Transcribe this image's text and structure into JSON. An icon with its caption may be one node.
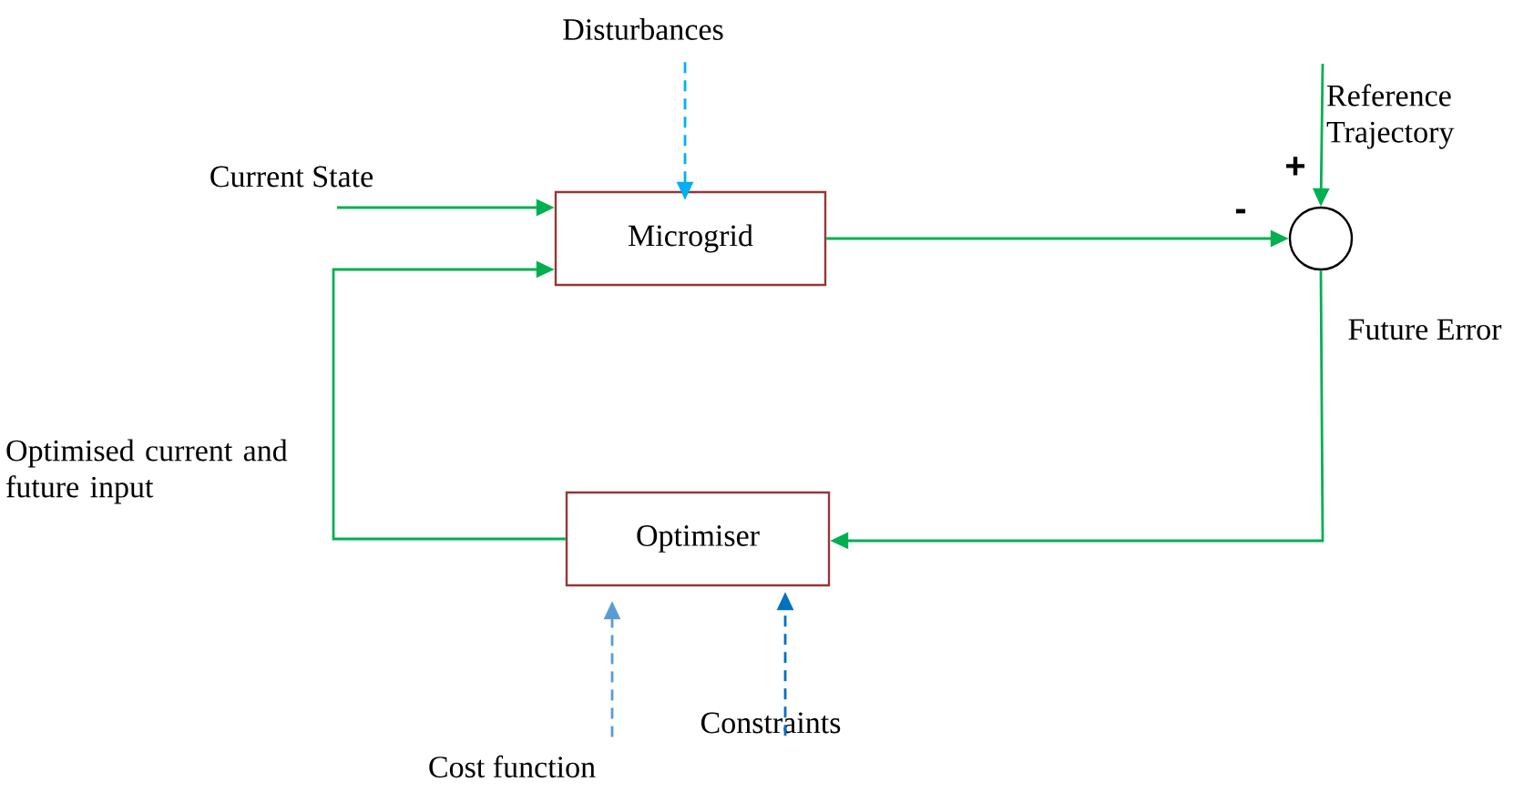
{
  "diagram": {
    "nodes": [
      {
        "text": [
          "Disturbances"
        ]
      },
      {
        "text": [
          "Microgrid"
        ]
      },
      {
        "text": [],
        "shape": "circle"
      },
      {
        "text": [
          "Optimiser"
        ]
      },
      {
        "text": [
          "Cost function"
        ]
      },
      {
        "text": [
          "Constraints"
        ]
      }
    ],
    "edges": [
      {
        "from": 0,
        "to": 1,
        "arrow": "to",
        "style": "dashed",
        "color": "#00b0f0"
      },
      {
        "from": null,
        "to": 1,
        "arrow": "to",
        "label": "Current State"
      },
      {
        "from": 3,
        "to": 1,
        "arrow": "to",
        "label": "Optimised current and future input"
      },
      {
        "from": 1,
        "to": 2,
        "arrow": "to"
      },
      {
        "from": null,
        "to": 2,
        "arrow": "to",
        "label": "Reference Trajectory"
      },
      {
        "from": 2,
        "to": 3,
        "arrow": "to",
        "label": "Future Error"
      },
      {
        "from": 4,
        "to": 3,
        "arrow": "to",
        "style": "dashed",
        "color": "#5b9bd5"
      },
      {
        "from": 5,
        "to": 3,
        "arrow": "to",
        "style": "dashed",
        "color": "#0070c0"
      }
    ],
    "labels": [
      "+",
      "-"
    ]
  }
}
